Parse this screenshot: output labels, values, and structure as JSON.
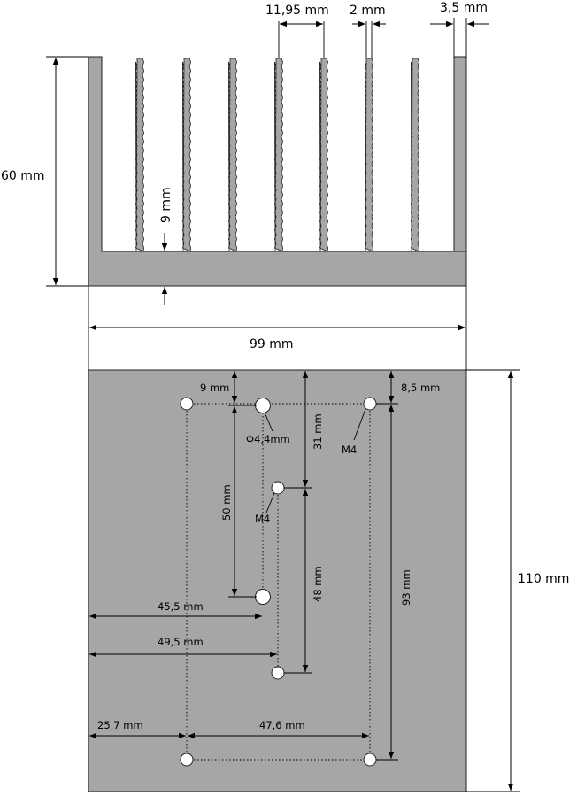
{
  "colors": {
    "metal": "#a6a6a6",
    "outline": "#222222",
    "line": "#000000",
    "hole_fill": "#ffffff",
    "background": "#ffffff"
  },
  "profile_view": {
    "height_label": "60 mm",
    "fin_pitch_label": "11,95 mm",
    "fin_thickness_label": "2 mm",
    "outer_wall_label": "3,5 mm",
    "base_thickness_label": "9 mm",
    "width_label": "99 mm"
  },
  "plan_view": {
    "length_label": "110 mm",
    "top_gap_label": "9 mm",
    "hole_diameter_label": "Φ4,4mm",
    "thread_label_right": "M4",
    "thread_label_center": "M4",
    "offset_31_label": "31 mm",
    "spacing_50_label": "50 mm",
    "offset_8_5_label": "8,5 mm",
    "spacing_48_label": "48 mm",
    "spacing_93_label": "93 mm",
    "x_45_5_label": "45,5 mm",
    "x_49_5_label": "49,5 mm",
    "x_25_7_label": "25,7 mm",
    "x_47_6_label": "47,6 mm"
  }
}
